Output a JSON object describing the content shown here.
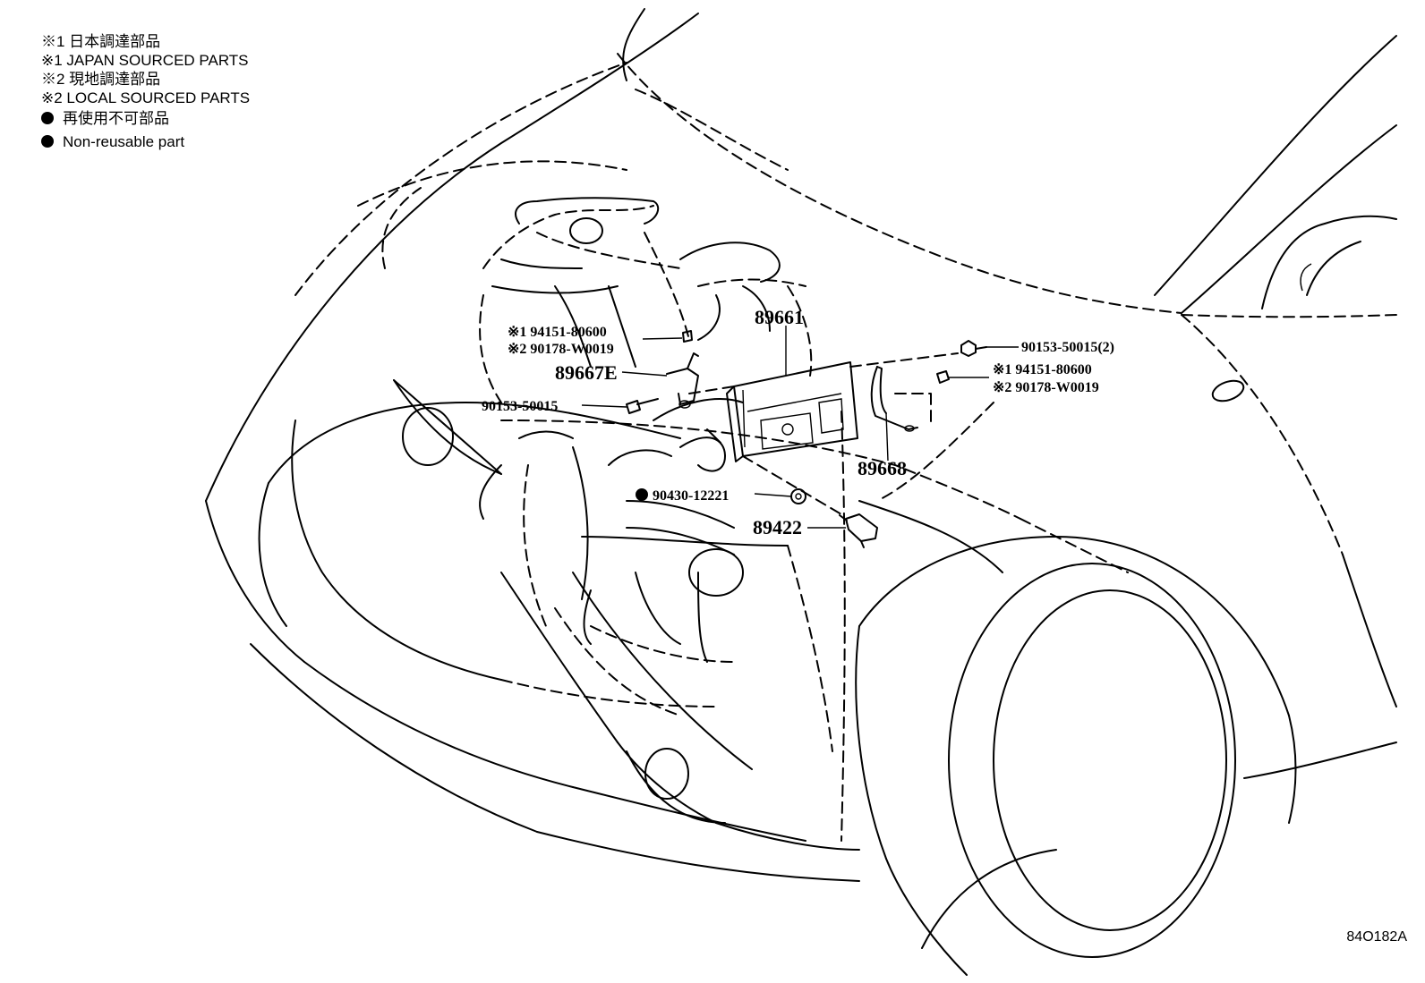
{
  "legend": [
    {
      "text": "※1 日本調達部品",
      "bullet": false
    },
    {
      "text": "※1 JAPAN SOURCED PARTS",
      "bullet": false
    },
    {
      "text": "※2 現地調達部品",
      "bullet": false
    },
    {
      "text": "※2 LOCAL SOURCED PARTS",
      "bullet": false
    },
    {
      "text": "再使用不可部品",
      "bullet": true
    },
    {
      "text": "Non-reusable part",
      "bullet": true
    }
  ],
  "callouts": {
    "ecu": "89661",
    "left_nut_1": "※1 94151-80600",
    "left_nut_2": "※2 90178-W0019",
    "bracket_left": "89667E",
    "left_bolt": "90153-50015",
    "right_bolt": "90153-50015(2)",
    "right_nut_1": "※1 94151-80600",
    "right_nut_2": "※2 90178-W0019",
    "bracket_right": "89668",
    "gasket": "90430-12221",
    "sensor": "89422"
  },
  "diagram_code": "84O182A"
}
